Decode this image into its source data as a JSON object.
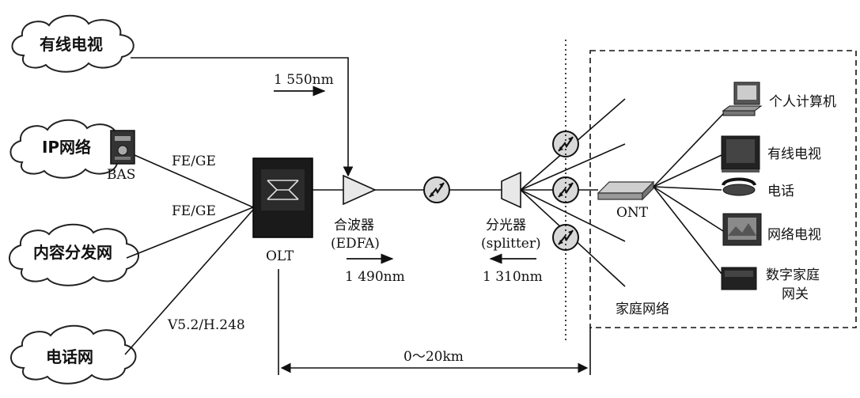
{
  "networks": {
    "catv": "有线电视",
    "ip": "IP网络",
    "cdn": "内容分发网",
    "phone": "电话网"
  },
  "bas": "BAS",
  "links": {
    "ip": "FE/GE",
    "cdn": "FE/GE",
    "phone": "V5.2/H.248"
  },
  "olt": "OLT",
  "wavelengths": {
    "w1550": "1 550nm",
    "w1490": "1 490nm",
    "w1310": "1 310nm"
  },
  "combiner": {
    "name": "合波器",
    "sub": "(EDFA)"
  },
  "splitter": {
    "name": "分光器",
    "sub": "(splitter)"
  },
  "ont": "ONT",
  "home_network": "家庭网络",
  "distance": "0～20km",
  "devices": {
    "pc": "个人计算机",
    "tv": "有线电视",
    "phone": "电话",
    "iptv": "网络电视",
    "gateway_line1": "数字家庭",
    "gateway_line2": "网关"
  }
}
